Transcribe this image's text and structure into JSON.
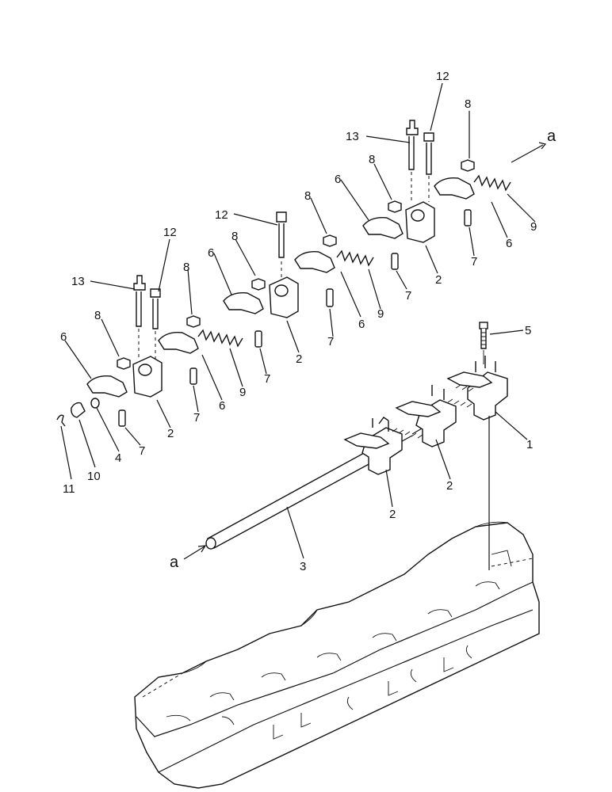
{
  "diagram": {
    "callouts": {
      "p1": "1",
      "p2": "2",
      "p3": "3",
      "p4": "4",
      "p5": "5",
      "p6": "6",
      "p7": "7",
      "p8": "8",
      "p9": "9",
      "p10": "10",
      "p11": "11",
      "p12": "12",
      "p13": "13",
      "a": "a"
    }
  }
}
